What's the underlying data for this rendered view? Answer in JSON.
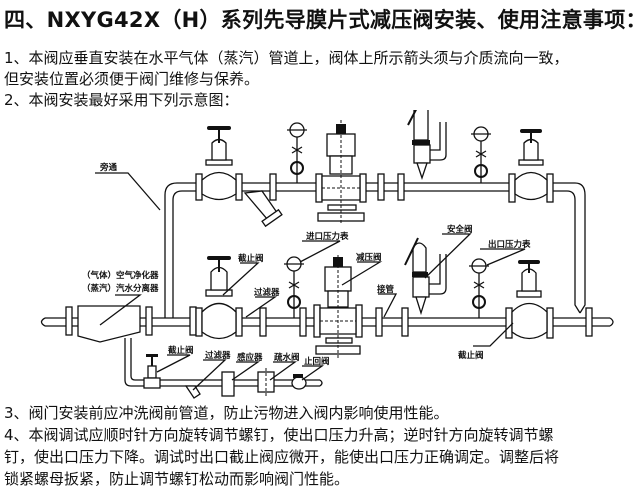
{
  "title": "四、NXYG42X（H）系列先导膜片式减压阀安装、使用注意事项：",
  "paragraphs": {
    "p1_line1": "1、本阀应垂直安装在水平气体（蒸汽）管道上，阀体上所示箭头须与介质流向一致，",
    "p1_line2": "但安装位置必须便于阀门维修与保养。",
    "p2": "2、本阀安装最好采用下列示意图：",
    "p3": "3、阀门安装前应冲洗阀前管道，防止污物进入阀内影响使用性能。",
    "p4_line1": "4、本阀调试应顺时针方向旋转调节螺钉，使出口压力升高；逆时针方向旋转调节螺",
    "p4_line2": "钉，使出口压力下降。调试时出口截止阀应微开，能使出口压力正确调定。调整后将",
    "p4_line3": "锁紧螺母扳紧，防止调节螺钉松动而影响阀门性能。"
  },
  "diagram": {
    "labels": {
      "bypass": "旁通",
      "separator_gas": "（气体）空气净化器",
      "separator_steam": "（蒸汽）汽水分离器",
      "inlet_stop_valve": "截止阀",
      "strainer": "过滤器",
      "inlet_pressure_gauge": "进口压力表",
      "reducing_valve": "减压阀",
      "connecting_pipe": "接管",
      "safety_valve": "安全阀",
      "outlet_pressure_gauge": "出口压力表",
      "outlet_stop_valve": "截止阀",
      "drain_stop_valve": "截止阀",
      "drain_strainer": "过滤器",
      "sensor": "感应器",
      "steam_trap": "疏水阀",
      "check_valve": "止回阀"
    }
  }
}
